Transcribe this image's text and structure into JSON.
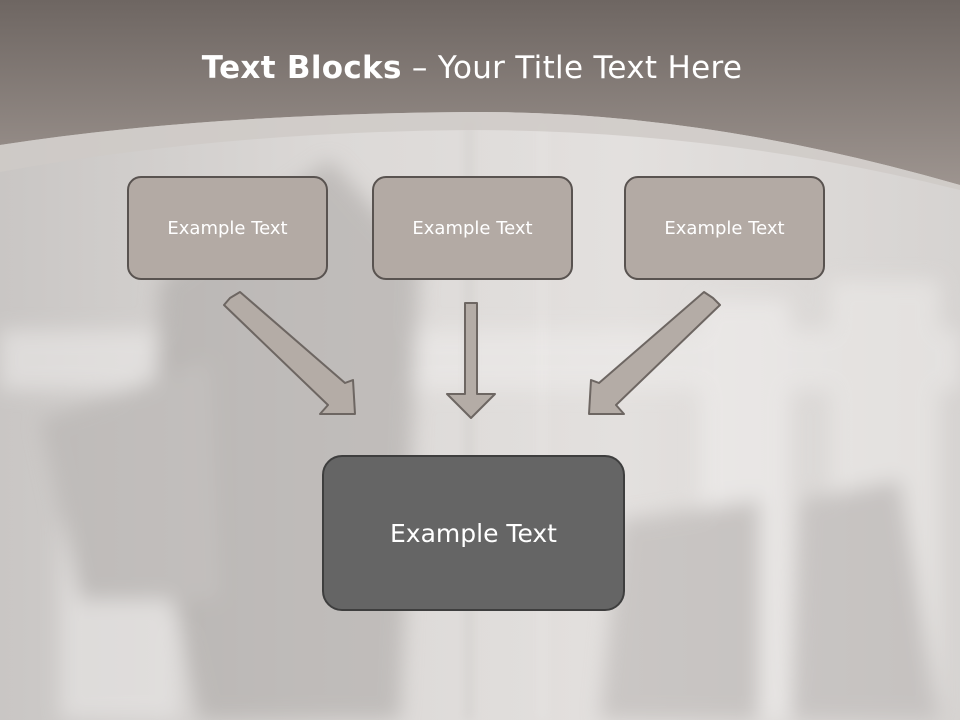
{
  "title": {
    "bold": "Text Blocks",
    "dash": " – ",
    "rest": "Your Title Text Here"
  },
  "boxes": [
    {
      "label": "Example Text"
    },
    {
      "label": "Example Text"
    },
    {
      "label": "Example Text"
    }
  ],
  "center_box": {
    "label": "Example Text"
  },
  "colors": {
    "header": "#8f8680",
    "small_box": "#b3aaa4",
    "center_box": "#656565",
    "arrow_fill": "#b4aca6",
    "arrow_stroke": "#6d6662"
  }
}
